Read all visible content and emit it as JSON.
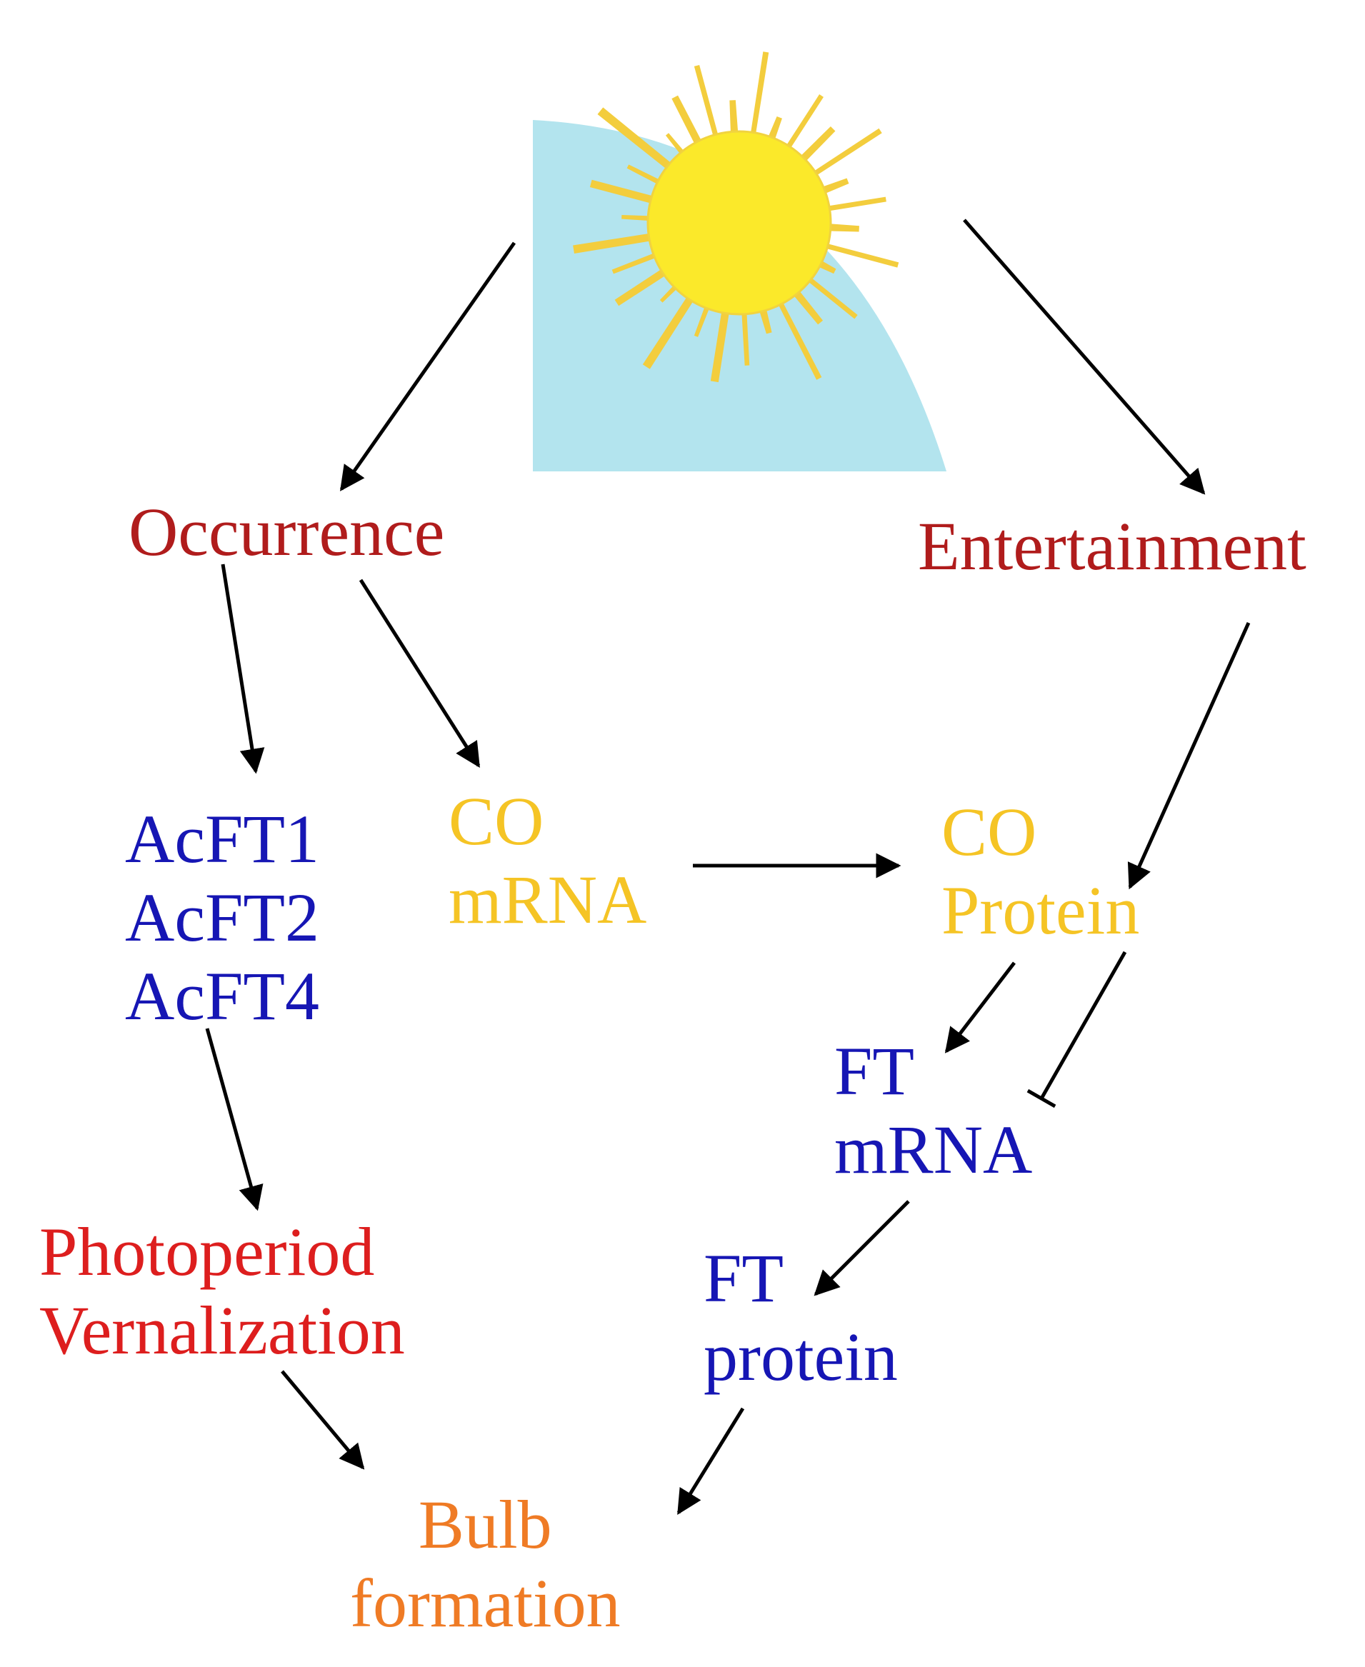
{
  "colors": {
    "dark_red": "#b01c1c",
    "red": "#dd1e1e",
    "gold": "#f5c425",
    "blue": "#1616b4",
    "orange": "#ef7b25",
    "sky": "#b3e4ee",
    "sun_fill": "#fbe92a",
    "sun_ray": "#f3cd3d",
    "arrow": "#000000"
  },
  "nodes": {
    "occurrence": {
      "label": "Occurrence"
    },
    "entertainment": {
      "label": "Entertainment"
    },
    "acft": {
      "lines": [
        "AcFT1",
        "AcFT2",
        "AcFT4"
      ]
    },
    "co_mrna": {
      "lines": [
        "CO",
        "mRNA"
      ]
    },
    "co_protein": {
      "lines": [
        "CO",
        "Protein"
      ]
    },
    "ft_mrna": {
      "lines": [
        "FT",
        "mRNA"
      ]
    },
    "ft_protein": {
      "lines": [
        "FT",
        "protein"
      ]
    },
    "photoperiod": {
      "lines": [
        "Photoperiod",
        "Vernalization"
      ]
    },
    "bulb": {
      "lines": [
        "Bulb",
        "formation"
      ]
    }
  },
  "edges": [
    {
      "from": "sun",
      "to": "occurrence",
      "type": "activation"
    },
    {
      "from": "sun",
      "to": "entertainment",
      "type": "activation"
    },
    {
      "from": "occurrence",
      "to": "acft",
      "type": "activation"
    },
    {
      "from": "occurrence",
      "to": "co_mrna",
      "type": "activation"
    },
    {
      "from": "co_mrna",
      "to": "co_protein",
      "type": "activation"
    },
    {
      "from": "entertainment",
      "to": "co_protein",
      "type": "activation"
    },
    {
      "from": "co_protein",
      "to": "ft_mrna",
      "type": "activation"
    },
    {
      "from": "co_protein",
      "to": "ft_mrna",
      "type": "inhibition"
    },
    {
      "from": "acft",
      "to": "photoperiod",
      "type": "activation"
    },
    {
      "from": "ft_mrna",
      "to": "ft_protein",
      "type": "activation"
    },
    {
      "from": "photoperiod",
      "to": "bulb",
      "type": "activation"
    },
    {
      "from": "ft_protein",
      "to": "bulb",
      "type": "activation"
    }
  ],
  "icons": {
    "sun": "sun-icon"
  }
}
